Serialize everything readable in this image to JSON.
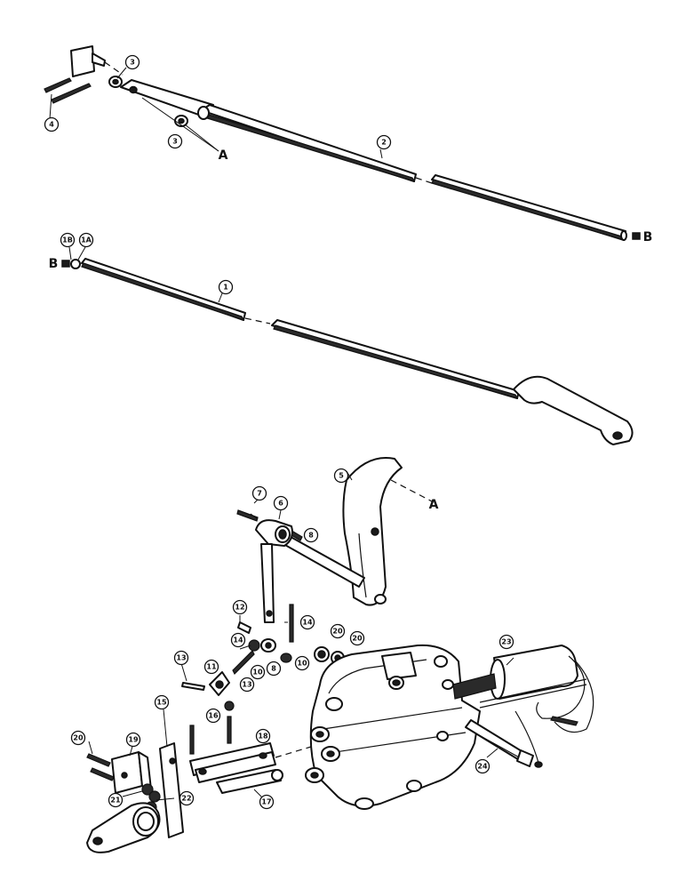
{
  "callouts": [
    {
      "id": "c3a",
      "label": "3"
    },
    {
      "id": "c3b",
      "label": "3"
    },
    {
      "id": "c4",
      "label": "4"
    },
    {
      "id": "c2",
      "label": "2"
    },
    {
      "id": "c1B",
      "label": "1B"
    },
    {
      "id": "c1A",
      "label": "1A"
    },
    {
      "id": "c1",
      "label": "1"
    },
    {
      "id": "c5",
      "label": "5"
    },
    {
      "id": "c7",
      "label": "7"
    },
    {
      "id": "c6",
      "label": "6"
    },
    {
      "id": "c8a",
      "label": "8"
    },
    {
      "id": "c12",
      "label": "12"
    },
    {
      "id": "c14a",
      "label": "14"
    },
    {
      "id": "c14b",
      "label": "14"
    },
    {
      "id": "c20a",
      "label": "20"
    },
    {
      "id": "c20b",
      "label": "20"
    },
    {
      "id": "c8b",
      "label": "8"
    },
    {
      "id": "c10a",
      "label": "10"
    },
    {
      "id": "c10b",
      "label": "10"
    },
    {
      "id": "c23",
      "label": "23"
    },
    {
      "id": "c13a",
      "label": "13"
    },
    {
      "id": "c11",
      "label": "11"
    },
    {
      "id": "c13b",
      "label": "13"
    },
    {
      "id": "c15",
      "label": "15"
    },
    {
      "id": "c16",
      "label": "16"
    },
    {
      "id": "c18",
      "label": "18"
    },
    {
      "id": "c19",
      "label": "19"
    },
    {
      "id": "c20c",
      "label": "20"
    },
    {
      "id": "c21",
      "label": "21"
    },
    {
      "id": "c22",
      "label": "22"
    },
    {
      "id": "c17",
      "label": "17"
    },
    {
      "id": "c24",
      "label": "24"
    }
  ],
  "references": [
    {
      "id": "refA1",
      "label": "A"
    },
    {
      "id": "refB1",
      "label": "B"
    },
    {
      "id": "refB2",
      "label": "B"
    },
    {
      "id": "refA2",
      "label": "A"
    }
  ]
}
